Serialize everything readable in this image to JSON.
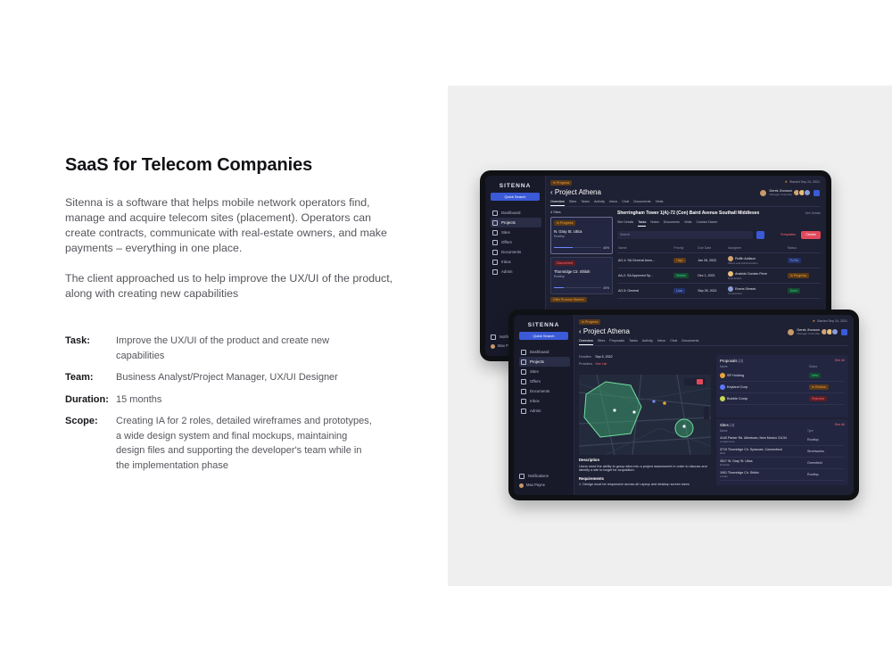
{
  "copy": {
    "title": "SaaS for Telecom Companies",
    "para1": "Sitenna is a software that helps mobile network operators find, manage and acquire telecom sites (placement). Operators can create contracts, communicate with real-estate owners, and make payments – everything in one place.",
    "para2": "The client approached us to help improve the UX/UI of the product, along with creating new capabilities"
  },
  "facts": [
    {
      "key": "Task:",
      "value": "Improve the UX/UI of the product and create new capabilities"
    },
    {
      "key": "Team:",
      "value": "Business Analyst/Project Manager, UX/UI Designer"
    },
    {
      "key": "Duration:",
      "value": "15 months"
    },
    {
      "key": "Scope:",
      "value": "Creating IA for 2 roles, detailed wireframes and prototypes, a wide design system and final mockups, maintaining design files and supporting the developer's team while in the implementation phase"
    }
  ],
  "app": {
    "logo": "SITENNA",
    "quick_search": "Quick Search",
    "nav": [
      "Dashboard",
      "Projects",
      "Sites",
      "Offers",
      "Documents",
      "Inbox",
      "Admin"
    ],
    "notifications": "Notifications",
    "user_short": "Max Payne",
    "status_badge": "In Progress",
    "started": "Started Sep 24, 2021",
    "project_title": "Project Athena",
    "manager_name": "Derek Jhonson",
    "manager_role": "Manager Colombia",
    "tabs": [
      "Overview",
      "Sites",
      "Tasks",
      "Activity",
      "Inbox",
      "Chat",
      "Documents",
      "Visits"
    ],
    "tabs2": [
      "Overview",
      "Sites",
      "Proposals",
      "Tasks",
      "Activity",
      "Inbox",
      "Chat",
      "Documents"
    ],
    "colors": {
      "accent": "#3a5ad8",
      "danger": "#e04a5c",
      "bg": "#1e2033"
    }
  },
  "device1": {
    "sites_count": "4 Sites",
    "cards": [
      {
        "badge": "In Progress",
        "name": "N. Gray St. Utica",
        "type": "Rooftop",
        "progress": 40,
        "pct": "40%"
      },
      {
        "badge": "Discovered",
        "name": "Thornridge Cir. Shiloh",
        "type": "Rooftop",
        "progress": 20,
        "pct": "20%"
      }
    ],
    "third_badge": "Offer Process Started",
    "detail_title": "Sherringham Tower 1(A)-72 (Con) Baird Avenue Southall Middlesex",
    "wo": "See Details",
    "subtabs": [
      "Site Details",
      "Tasks",
      "Notes",
      "Documents",
      "Visits",
      "Contact Owner"
    ],
    "search_placeholder": "Search",
    "templates": "Templates",
    "create": "Create",
    "columns": [
      "Name",
      "Priority",
      "Due Date",
      "Assignee",
      "Status"
    ],
    "rows": [
      {
        "name": "AO-1: SA General Anno...",
        "priority": "High",
        "due": "Jan 26, 2022",
        "assignee": "Ruffin Addison",
        "assignee_sub": "Offers and Administration",
        "status": "To Do"
      },
      {
        "name": "AA-2: SA Approved Sp...",
        "priority": "Middle",
        "due": "Dec 1, 2021",
        "assignee": "Ansbide Domlav Fleve",
        "assignee_sub": "Real Estate",
        "status": "In Progress"
      },
      {
        "name": "AO-5: General",
        "priority": "Low",
        "due": "Sep 26, 2021",
        "assignee": "Emma Simsek",
        "assignee_sub": "Contractual",
        "status": "Done"
      }
    ]
  },
  "device2": {
    "deadline_label": "Deadline",
    "deadline_value": "Sep 5, 2022",
    "providers_label": "Providers",
    "providers_value": "See List",
    "description_title": "Description",
    "description_text": "Users need the ability to group sites into a project assessment in order to discuss and identify a site to target for acquisition.",
    "requirements_title": "Requirements",
    "requirement_1": "1. Design must be responsive across all Laptop and desktop screen sizes",
    "proposals_title": "Proposals",
    "proposals_count": "(3)",
    "see_all": "See All",
    "prop_cols": [
      "Name",
      "Status"
    ],
    "proposals": [
      {
        "name": "SP Holding",
        "status": "New"
      },
      {
        "name": "Keyland Corp",
        "status": "In Review"
      },
      {
        "name": "Bubble Comp",
        "status": "Rejected"
      }
    ],
    "sites_title": "Sites",
    "sites_count": "(4)",
    "sites_cols": [
      "Name",
      "Type"
    ],
    "sites": [
      {
        "name": "4140 Parker Rd. Allentown, New Mexico 31134",
        "sub": "Lodgehouse",
        "type": "Rooftop"
      },
      {
        "name": "3719 Thornridge Cir. Syracuse, Connecticut",
        "sub": "Bold",
        "type": "Streetworks"
      },
      {
        "name": "3517 W. Gray St. Utica",
        "sub": "Emuban",
        "type": "Greenfield"
      },
      {
        "name": "1901 Thornridge Cir. Shiloh",
        "sub": "Lindan",
        "type": "Rooftop"
      }
    ]
  }
}
